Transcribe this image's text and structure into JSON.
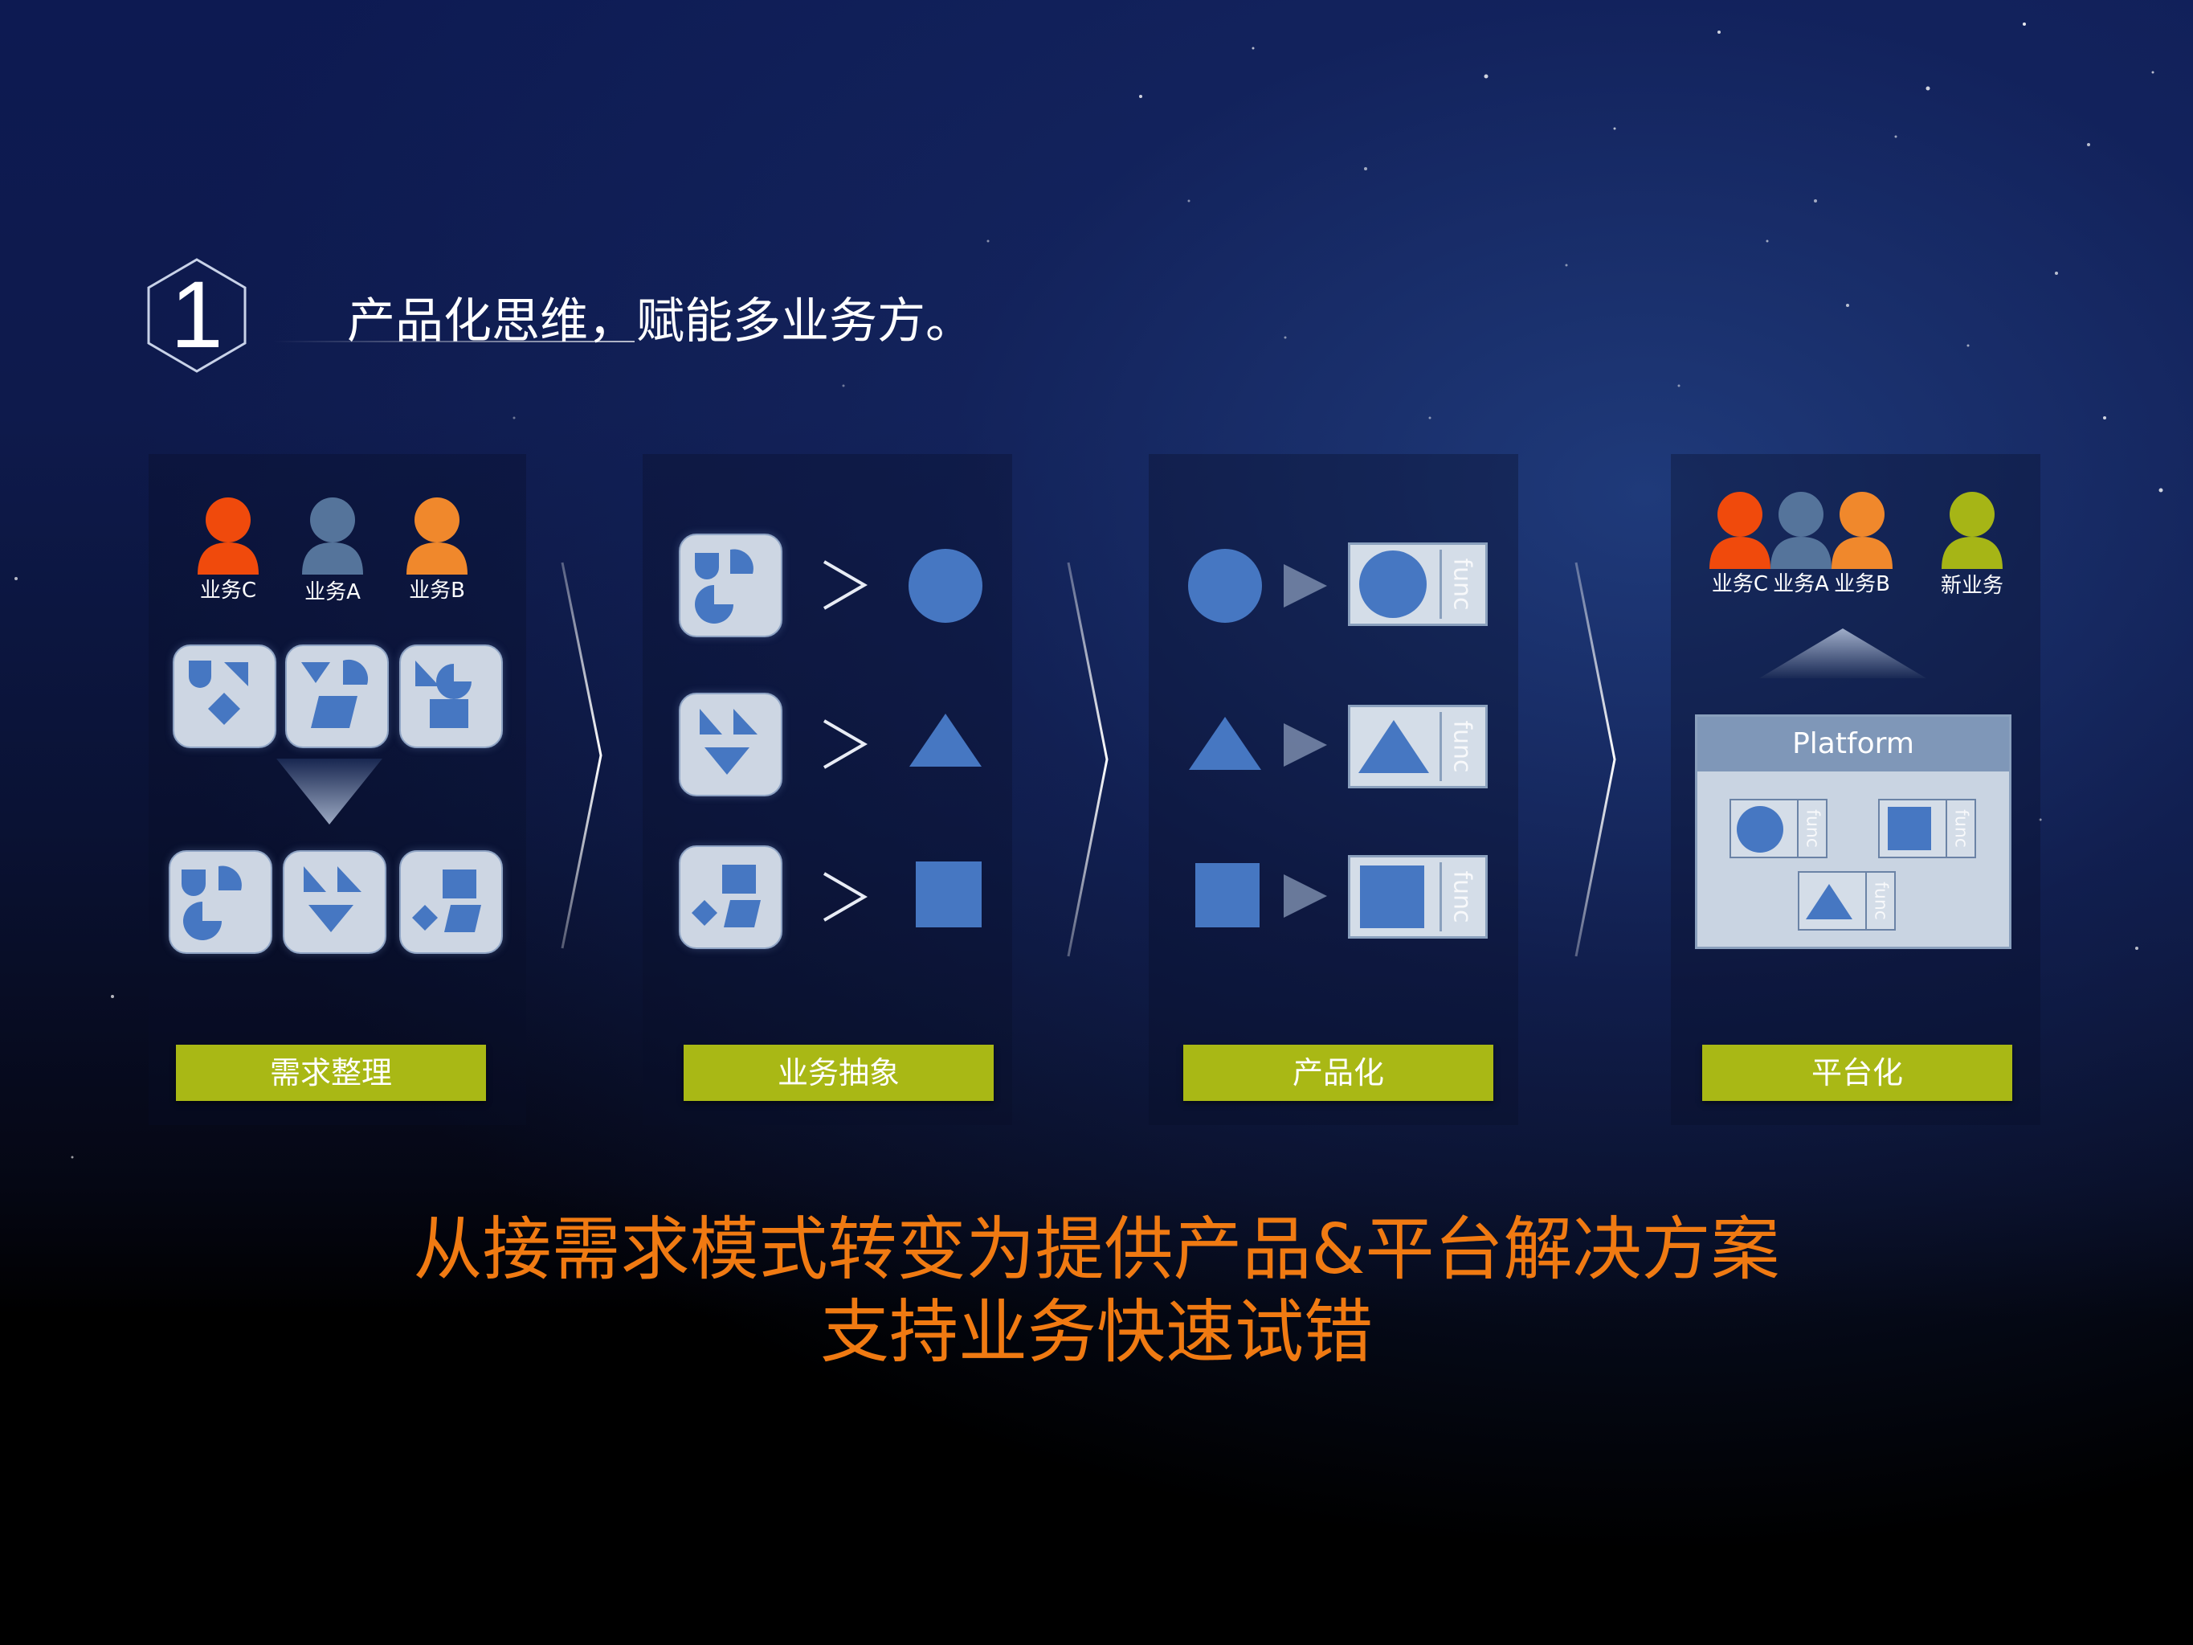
{
  "number": "1",
  "heading": "产品化思维，赋能多业务方。",
  "stages": [
    {
      "label": "需求整理",
      "people": [
        {
          "name": "业务C",
          "color": "#f04a0c"
        },
        {
          "name": "业务A",
          "color": "#55749b"
        },
        {
          "name": "业务B",
          "color": "#f0882c"
        }
      ]
    },
    {
      "label": "业务抽象"
    },
    {
      "label": "产品化",
      "func_label": "func"
    },
    {
      "label": "平台化",
      "people": [
        {
          "name": "业务C",
          "color": "#f04a0c"
        },
        {
          "name": "业务A",
          "color": "#55749b"
        },
        {
          "name": "业务B",
          "color": "#f0882c"
        },
        {
          "name": "新业务",
          "color": "#a6b516"
        }
      ],
      "platform_title": "Platform",
      "func_label": "func"
    }
  ],
  "tagline": {
    "line1": "从接需求模式转变为提供产品&平台解决方案",
    "line2": "支持业务快速试错"
  },
  "colors": {
    "shape_blue": "#4677c2",
    "tile_bg": "#cdd6e3",
    "button_green": "#a9b815",
    "tagline_orange": "#f07a12"
  }
}
